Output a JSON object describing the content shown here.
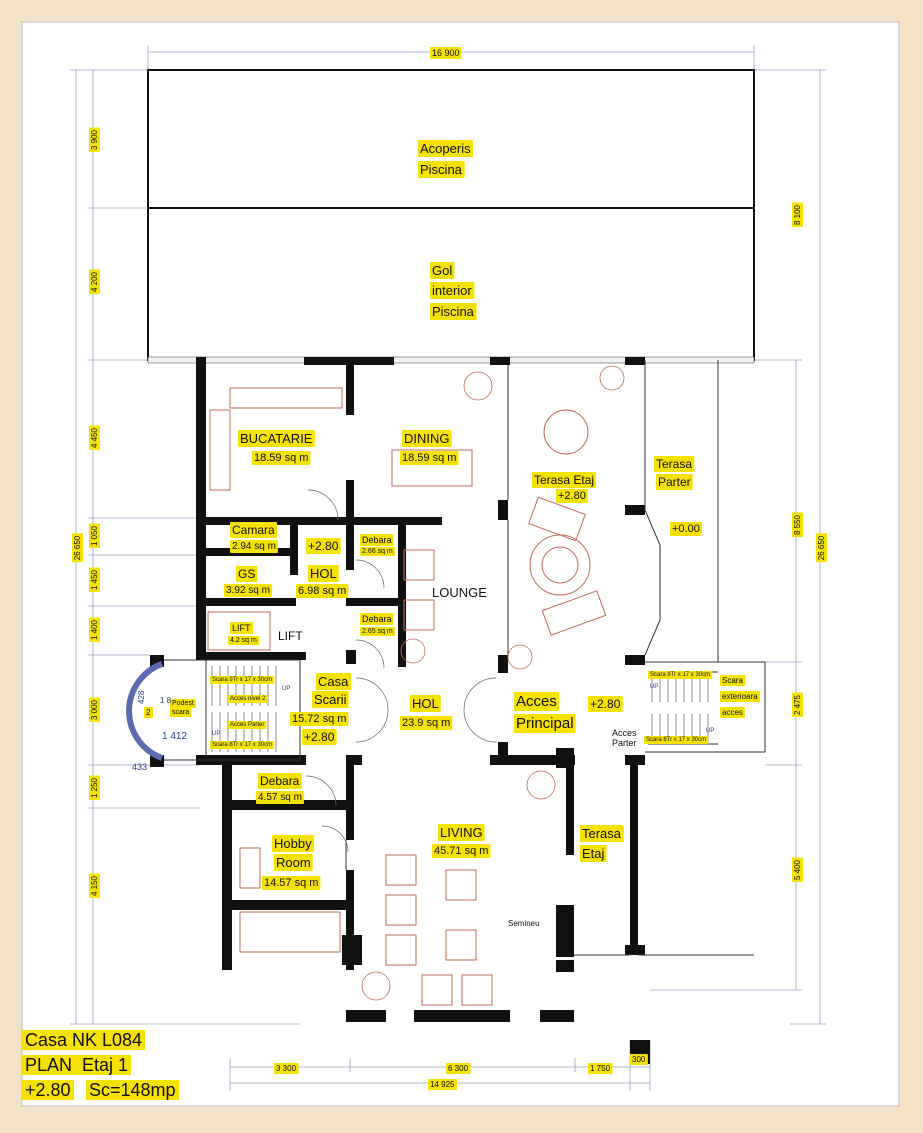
{
  "title_block": {
    "line1": "Casa NK L084",
    "line2": "PLAN  Etaj 1",
    "level": "+2.80",
    "area": "Sc=148mp"
  },
  "top_zones": {
    "roof": [
      "Acoperis",
      "Piscina"
    ],
    "void": [
      "Gol",
      "interior",
      "Piscina"
    ]
  },
  "rooms": {
    "bucatarie": {
      "name": "BUCATARIE",
      "area": "18.59 sq m"
    },
    "dining": {
      "name": "DINING",
      "area": "18.59 sq m"
    },
    "camara": {
      "name": "Camara",
      "area": "2.94 sq m"
    },
    "gs": {
      "name": "GS",
      "area": "3.92 sq m"
    },
    "hol_upper": {
      "name": "HOL",
      "area": "6.98 sq m"
    },
    "debara1": {
      "name": "Debara",
      "area": "2.66 sq m"
    },
    "debara2": {
      "name": "Debara",
      "area": "2.65 sq m"
    },
    "lounge": {
      "name": "LOUNGE"
    },
    "lift_small": {
      "name": "LIFT",
      "area": "4.2 sq m"
    },
    "lift_label": "LIFT",
    "casa_scarii": {
      "name1": "Casa",
      "name2": "Scarii",
      "area": "15.72 sq m"
    },
    "hol_main": {
      "name": "HOL",
      "area": "23.9 sq m"
    },
    "debara3": {
      "name": "Debara",
      "area": "4.57 sq m"
    },
    "hobby": {
      "name1": "Hobby",
      "name2": "Room",
      "area": "14.57 sq m"
    },
    "living": {
      "name": "LIVING",
      "area": "45.71 sq m"
    },
    "terasa_etaj_top": {
      "name": "Terasa Etaj",
      "level": "+2.80"
    },
    "terasa_parter": {
      "name1": "Terasa",
      "name2": "Parter",
      "level": "+0.00"
    },
    "acces": {
      "name1": "Acces",
      "name2": "Principal",
      "level": "+2.80"
    },
    "acces_parter": {
      "line1": "Acces",
      "line2": "Parter"
    },
    "terasa_etaj_bottom": {
      "name1": "Terasa",
      "name2": "Etaj"
    },
    "semineu": "Semineu"
  },
  "levels": {
    "hol_upper": "+2.80",
    "casa_scarii": "+2.80"
  },
  "stairs": {
    "scara9": "Scara 9Tr x 17 x 30cm",
    "acces_nivel2": "Acces nivel 2",
    "acces_parter": "Acces Parter",
    "scara8_left": "Scara 8Tr x 17 x 30cm",
    "podest": [
      "Podest",
      "scara"
    ],
    "scara8_right_top": "Scara 8Tr x 17 x 30cm",
    "scara8_right_bottom": "Scara 8Tr x 17 x 30cm",
    "exterior": [
      "Scara",
      "exterioara",
      "acces"
    ],
    "up": "UP",
    "num_18": "1 8",
    "num_2": "2",
    "num_428": "428",
    "dim_1412": "1 412",
    "dim_433": "433"
  },
  "dimensions": {
    "top": "16 900",
    "left": [
      "3 900",
      "4 200",
      "4 450",
      "1 050",
      "1 450",
      "1 400",
      "3 000",
      "1 250",
      "4 150"
    ],
    "left_total": "26 650",
    "right": [
      "8 100",
      "8 550",
      "2 475",
      "5 400"
    ],
    "right_total": "26 650",
    "bottom": [
      "3 300",
      "6 300",
      "1 750",
      "300"
    ],
    "bottom_total": "14 925"
  },
  "colors": {
    "background": "#f3e4c7",
    "sheet": "#ffffff",
    "highlight": "#f5e200",
    "wall": "#111111",
    "furniture": "#c46a5a",
    "dimension": "#9aa0c8"
  }
}
